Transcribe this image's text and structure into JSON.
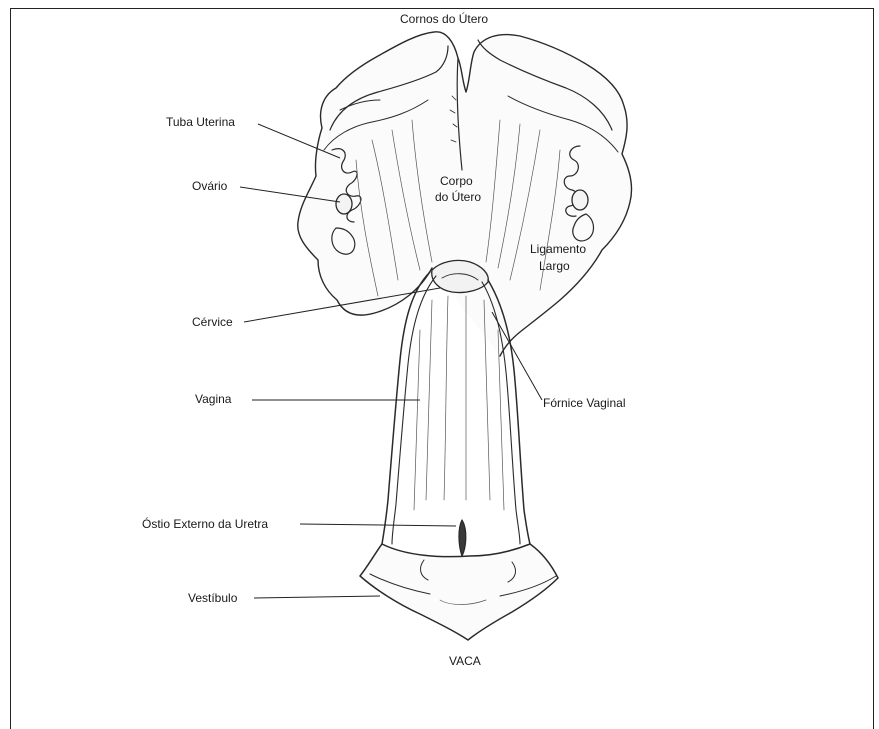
{
  "diagram": {
    "caption": "VACA",
    "labels": {
      "cornos": "Cornos do Útero",
      "tuba": "Tuba Uterina",
      "ovario": "Ovário",
      "corpo_l1": "Corpo",
      "corpo_l2": "do Útero",
      "ligamento_l1": "Ligamento",
      "ligamento_l2": "Largo",
      "cervice": "Cérvice",
      "vagina": "Vagina",
      "fornice": "Fórnice Vaginal",
      "ostio": "Óstio Externo da Uretra",
      "vestibulo": "Vestíbulo"
    }
  }
}
